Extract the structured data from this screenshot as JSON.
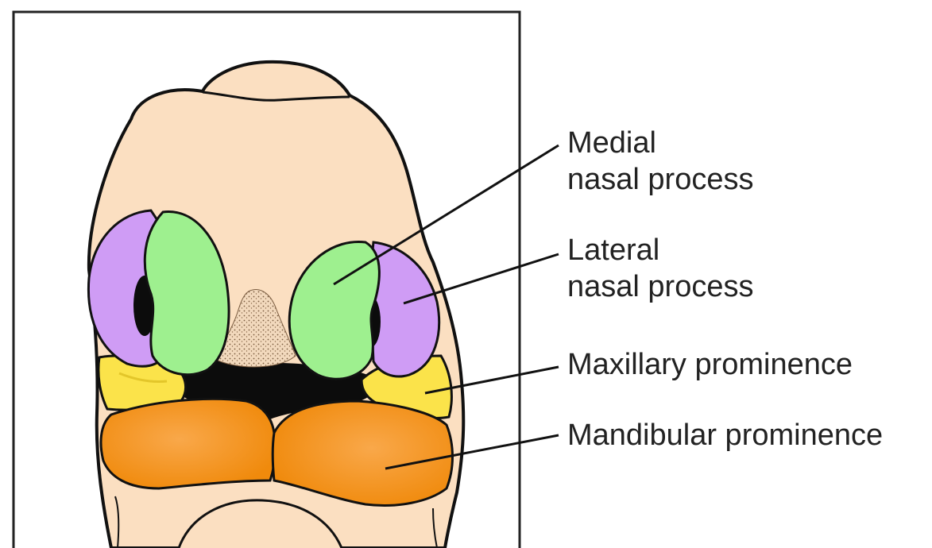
{
  "labels": {
    "medial": [
      "Medial",
      "nasal process"
    ],
    "lateral": [
      "Lateral",
      "nasal process"
    ],
    "maxillary": "Maxillary prominence",
    "mandibular": "Mandibular prominence"
  },
  "colors": {
    "skin": "#fbdfc1",
    "medial_nasal": "#9ef08f",
    "lateral_nasal": "#cf9cf5",
    "maxillary": "#fbe34a",
    "mandibular": "#f7900f",
    "outline": "#111111"
  }
}
